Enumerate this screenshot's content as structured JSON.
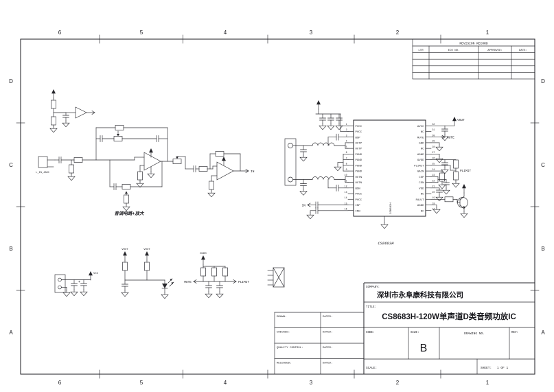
{
  "frame": {
    "zone_columns": [
      "6",
      "5",
      "4",
      "3",
      "2",
      "1"
    ],
    "zone_rows": [
      "D",
      "C",
      "B",
      "A"
    ]
  },
  "revision_table": {
    "title": "REVISION RECORD",
    "col_ltr": "LTR",
    "col_eco": "ECO NO.",
    "col_approved": "APPROVED:",
    "col_date": "DATE:"
  },
  "approval_table": {
    "rows": [
      {
        "role": "DRAWN:",
        "dated": "DATED:"
      },
      {
        "role": "CHECKED:",
        "dated": "DATED:"
      },
      {
        "role": "QUALITY CONTROL:",
        "dated": "DATED:"
      },
      {
        "role": "RELEASED:",
        "dated": "DATED:"
      }
    ]
  },
  "title_block": {
    "company_label": "COMPANY:",
    "company": "深圳市永阜康科技有限公司",
    "title_label": "TITLE:",
    "title": "CS8683H-120W单声道D类音频功放IC",
    "code_label": "CODE:",
    "size_label": "SIZE:",
    "size_value": "B",
    "drawing_no_label": "DRAWING NO.",
    "rev_label": "REV:",
    "scale_label": "SCALE:",
    "sheet_label": "SHEET:",
    "sheet_value": "1  OF  1"
  },
  "schematic": {
    "section_label": "音调电路+放大",
    "jack_label": "L_IN_JACK",
    "ic": {
      "part": "CS8683H",
      "left_pins": [
        "PVCC",
        "PVCC",
        "BSP",
        "OUTP",
        "OUTP",
        "PGND",
        "PGND",
        "PGND",
        "PGND",
        "OUTN",
        "OUTN",
        "BSN",
        "PVCC",
        "PVCC",
        "INP",
        "INN"
      ],
      "right_pins": [
        "AVCC",
        "NC",
        "MUTE",
        "GND",
        "NC",
        "AGND",
        "GVDD",
        "PLIMIT",
        "GAIN",
        "CSP",
        "CSN",
        "VDD",
        "NC",
        "FAULT",
        "AGND",
        "NC"
      ]
    },
    "nets": {
      "vcc": "VCC",
      "vout": "VOUT",
      "gvdd": "GVDD",
      "mute": "MUTE",
      "plimit": "PLIMIT",
      "in": "IN"
    }
  }
}
